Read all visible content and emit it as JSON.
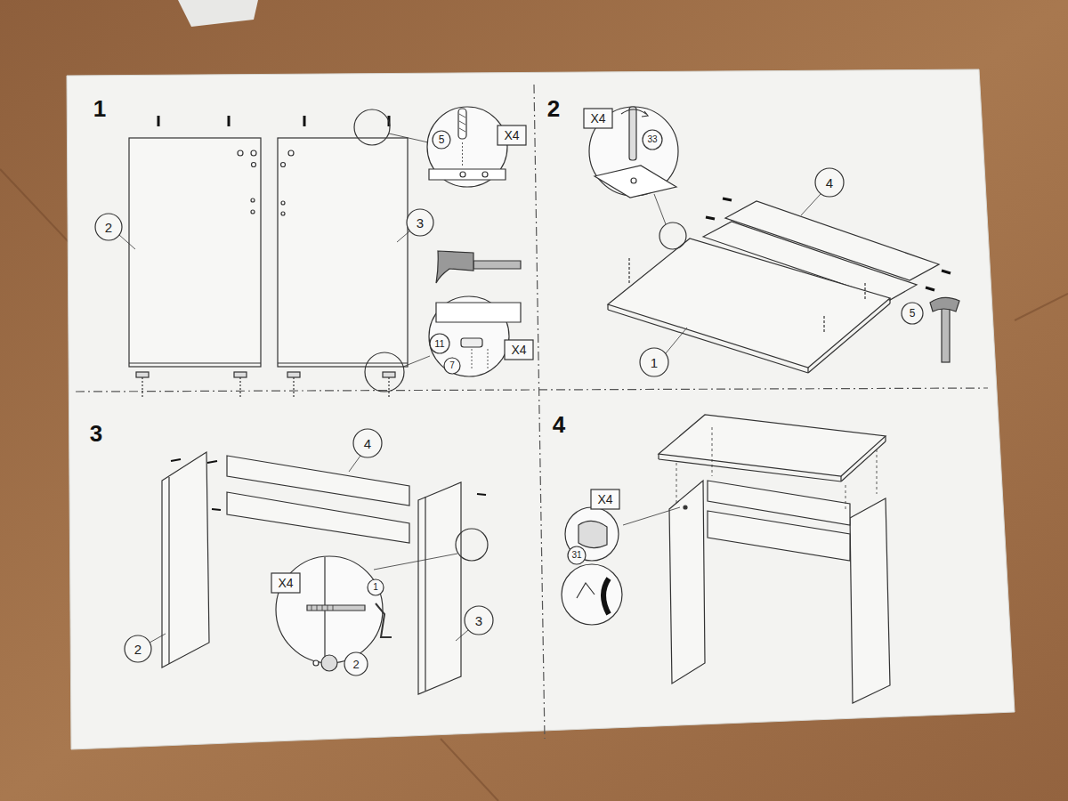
{
  "diagram": {
    "labels": [
      "1",
      "5",
      "X4",
      "2",
      "3",
      "11",
      "7",
      "X4",
      "2",
      "X4",
      "33",
      "4",
      "5",
      "1",
      "3",
      "4",
      "X4",
      "1",
      "2",
      "3",
      "2",
      "4",
      "X4",
      "31"
    ]
  }
}
